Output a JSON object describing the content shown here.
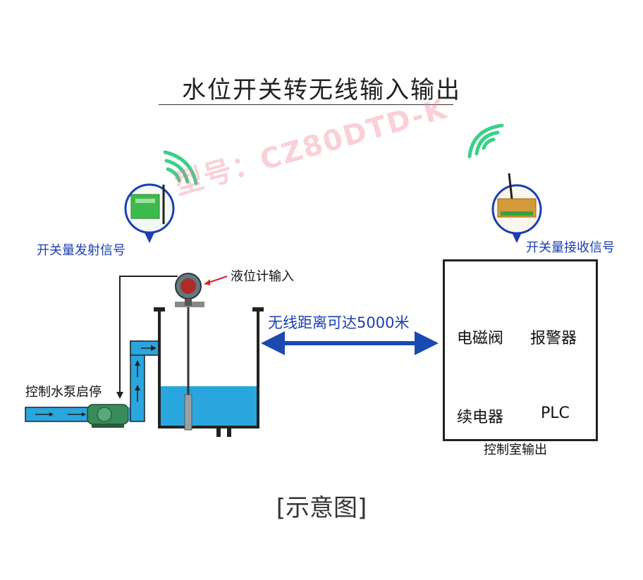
{
  "title": "水位开关转无线输入输出",
  "watermark": "型号：CZ80DTD-K",
  "labels": {
    "transmitter": "开关量发射信号",
    "receiver": "开关量接收信号",
    "level_input": "液位计输入",
    "pump_control": "控制水泵启停",
    "wireless_distance": "无线距离可达5000米",
    "control_room_output": "控制室输出"
  },
  "outputs": {
    "solenoid_valve": "电磁阀",
    "alarm": "报警器",
    "relay": "续电器",
    "plc": "PLC"
  },
  "caption": "[示意图]",
  "colors": {
    "accent_blue": "#1a3fb0",
    "water": "#2aa6de",
    "arrow": "#1a4ab0",
    "signal_green": "#3ccf8a"
  }
}
